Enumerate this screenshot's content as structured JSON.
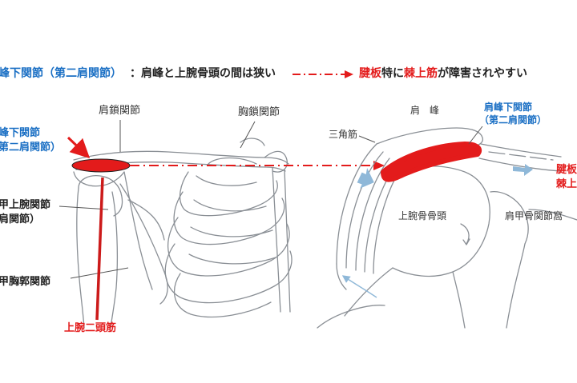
{
  "header": {
    "term_blue": "峰下関節（第二肩関節）",
    "colon_text": "：肩峰と上腕骨頭の間は狭い",
    "arrow_result_red1": "腱板",
    "arrow_result_mid": "特に",
    "arrow_result_red2": "棘上筋",
    "arrow_result_tail": "が障害されやすい"
  },
  "left_figure": {
    "label_acromioclavicular": "肩鎖関節",
    "label_sternoclavicular": "胸鎖関節",
    "label_subacromial_line1": "峰下関節",
    "label_subacromial_line2": "第二肩関節）",
    "label_glenohumeral_line1": "甲上腕関節",
    "label_glenohumeral_line2": "肩関節）",
    "label_scapulothoracic": "甲胸郭関節",
    "label_biceps": "上腕二頭筋"
  },
  "right_figure": {
    "label_acromion": "肩　峰",
    "label_subacromial_line1": "肩峰下関節",
    "label_subacromial_line2": "（第二肩関節）",
    "label_deltoid": "三角筋",
    "label_humeral_head": "上腕骨骨頭",
    "label_glenoid": "肩甲骨関節窩",
    "label_tendon_line1": "腱板",
    "label_tendon_line2": "棘上"
  },
  "colors": {
    "accent_red": "#e31b1b",
    "accent_blue": "#1a6fc4",
    "line_gray": "#8a8f95",
    "arrow_light_blue": "#8fb8d8"
  }
}
